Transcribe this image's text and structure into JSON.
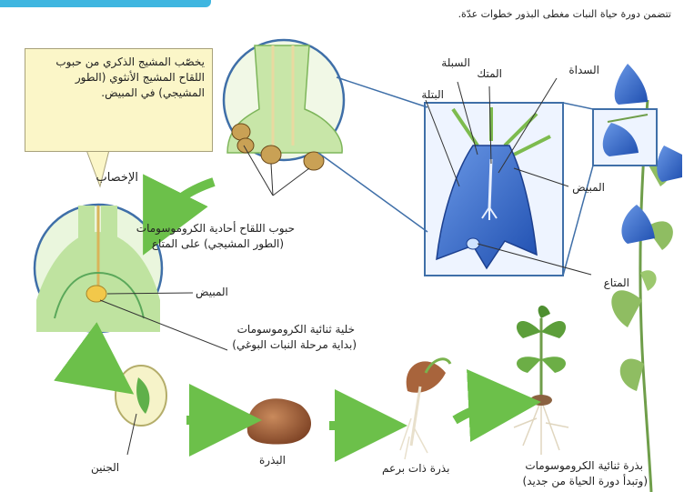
{
  "intro": "تتضمن دورة حياة النبات مغطى البذور خطوات عدّة.",
  "note_text": "يخصّب المشيج الذكري من حبوب اللقاح المشيج الأنثوي (الطور المشيجي) في المبيض.",
  "labels": {
    "fertilization": "الإخصاب",
    "ovary_left": "المبيض",
    "ovary_flower": "المبيض",
    "stigma": "السداة",
    "anther": "المتك",
    "filament": "السبلة",
    "petal": "البتلة",
    "ovule": "المتاع",
    "pollen_line1": "حبوب اللقاح أحادية الكروموسومات",
    "pollen_line2": "(الطور المشيجي) على المتاع",
    "diploid_cell_line1": "خلية ثنائية الكروموسومات",
    "diploid_cell_line2": "(بداية مرحلة النبات البوغي)",
    "embryo": "الجنين",
    "seed": "البذرة",
    "seedling": "بذرة ذات برعم",
    "plant_line1": "بذرة ثنائية الكروموسومات",
    "plant_line2": "(وتبدأ دورة الحياة من جديد)"
  },
  "colors": {
    "flower_blue": "#3a6fd0",
    "frame_blue": "#3f6fa8",
    "arrow_green": "#6cc04a",
    "tissue_green": "#bfe3a0",
    "note_bg": "#fbf6c8",
    "seed_brown": "#9b5a36"
  }
}
